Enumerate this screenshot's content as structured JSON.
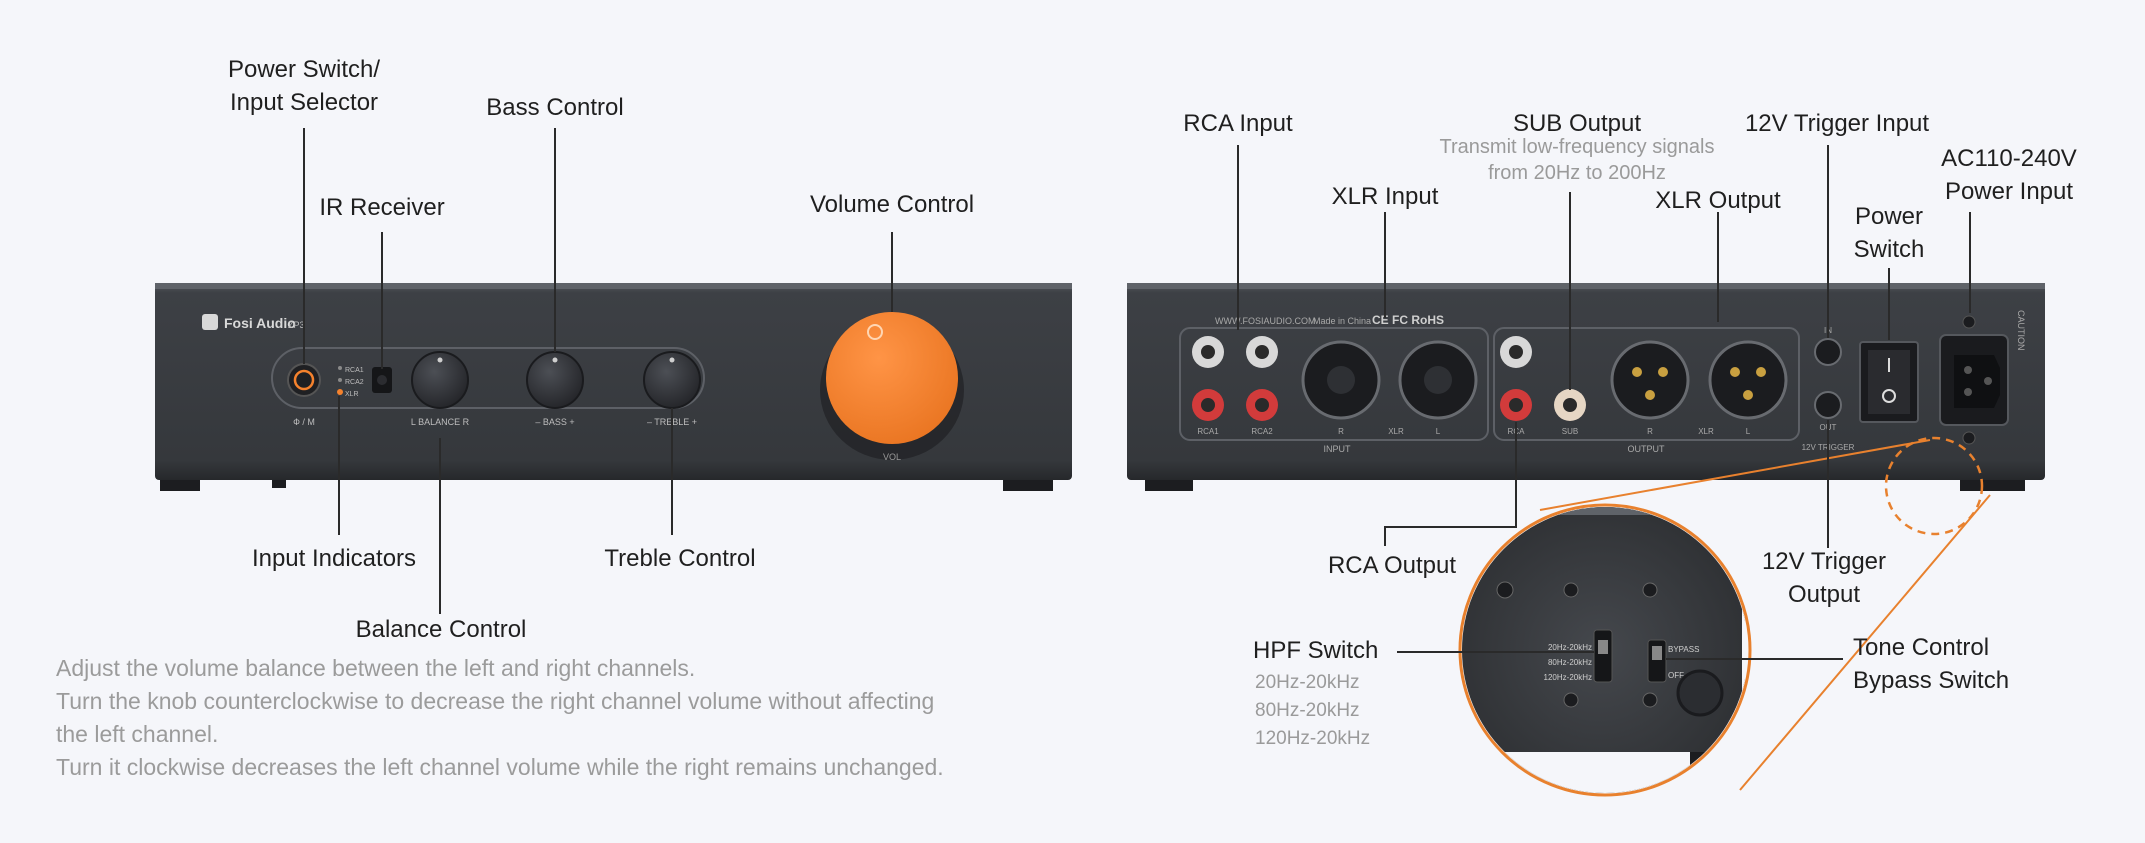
{
  "front_panel": {
    "brand": "Fosi Audio",
    "model": "ZP3",
    "power_label": "Ф / M",
    "input_led_labels": [
      "RCA1",
      "RCA2",
      "XLR"
    ],
    "knob_labels": [
      "L  BALANCE  R",
      "–  BASS  +",
      "–  TREBLE  +"
    ],
    "volume_label": "VOL"
  },
  "front_callouts": {
    "power_switch": [
      "Power Switch/",
      "Input Selector"
    ],
    "ir_receiver": "IR Receiver",
    "bass_control": "Bass Control",
    "volume_control": "Volume Control",
    "input_indicators": "Input Indicators",
    "treble_control": "Treble Control",
    "balance_control": "Balance Control"
  },
  "balance_note": [
    "Adjust the volume balance between the left and right channels.",
    "Turn the knob counterclockwise to decrease the right channel volume without affecting",
    "the left channel.",
    "Turn it clockwise decreases the left channel volume while the right remains unchanged."
  ],
  "rear_panel": {
    "website": "WWW.FOSIAUDIO.COM",
    "made_in": "Made in China",
    "cert": "CE FC RoHS",
    "input_group_label": "INPUT",
    "output_group_label": "OUTPUT",
    "trigger_label": "12V TRIGGER",
    "rca_in_labels": [
      "RCA1",
      "RCA2"
    ],
    "xlr_in_labels": [
      "R",
      "XLR",
      "L"
    ],
    "rca_out_labels": [
      "RCA",
      "SUB"
    ],
    "xlr_out_labels": [
      "R",
      "XLR",
      "L"
    ],
    "trigger_in": "IN",
    "trigger_out": "OUT",
    "caution": "CAUTION"
  },
  "rear_callouts": {
    "rca_input": "RCA Input",
    "xlr_input": "XLR Input",
    "sub_output": "SUB Output",
    "sub_output_note": [
      "Transmit low-frequency signals",
      "from 20Hz to 200Hz"
    ],
    "xlr_output": "XLR Output",
    "trigger_input": "12V Trigger Input",
    "power_input": [
      "AC110-240V",
      "Power Input"
    ],
    "power_switch": [
      "Power",
      "Switch"
    ],
    "rca_output": "RCA Output",
    "trigger_output": [
      "12V Trigger",
      "Output"
    ],
    "hpf_switch": "HPF Switch",
    "hpf_options": [
      "20Hz-20kHz",
      "80Hz-20kHz",
      "120Hz-20kHz"
    ],
    "tone_bypass": [
      "Tone Control",
      "Bypass Switch"
    ]
  },
  "zoom_detail": {
    "hpf_labels": [
      "20Hz-20kHz",
      "80Hz-20kHz",
      "120Hz-20kHz"
    ],
    "bypass_label": "BYPASS",
    "off_label": "OFF"
  },
  "colors": {
    "chassis": "#3a3d42",
    "chassis_dark": "#2c2e32",
    "accent_orange": "#f5822d",
    "callout_line": "#2a2a2a",
    "zoom_outline": "#e8812e",
    "note_text": "#9b9b9b"
  }
}
